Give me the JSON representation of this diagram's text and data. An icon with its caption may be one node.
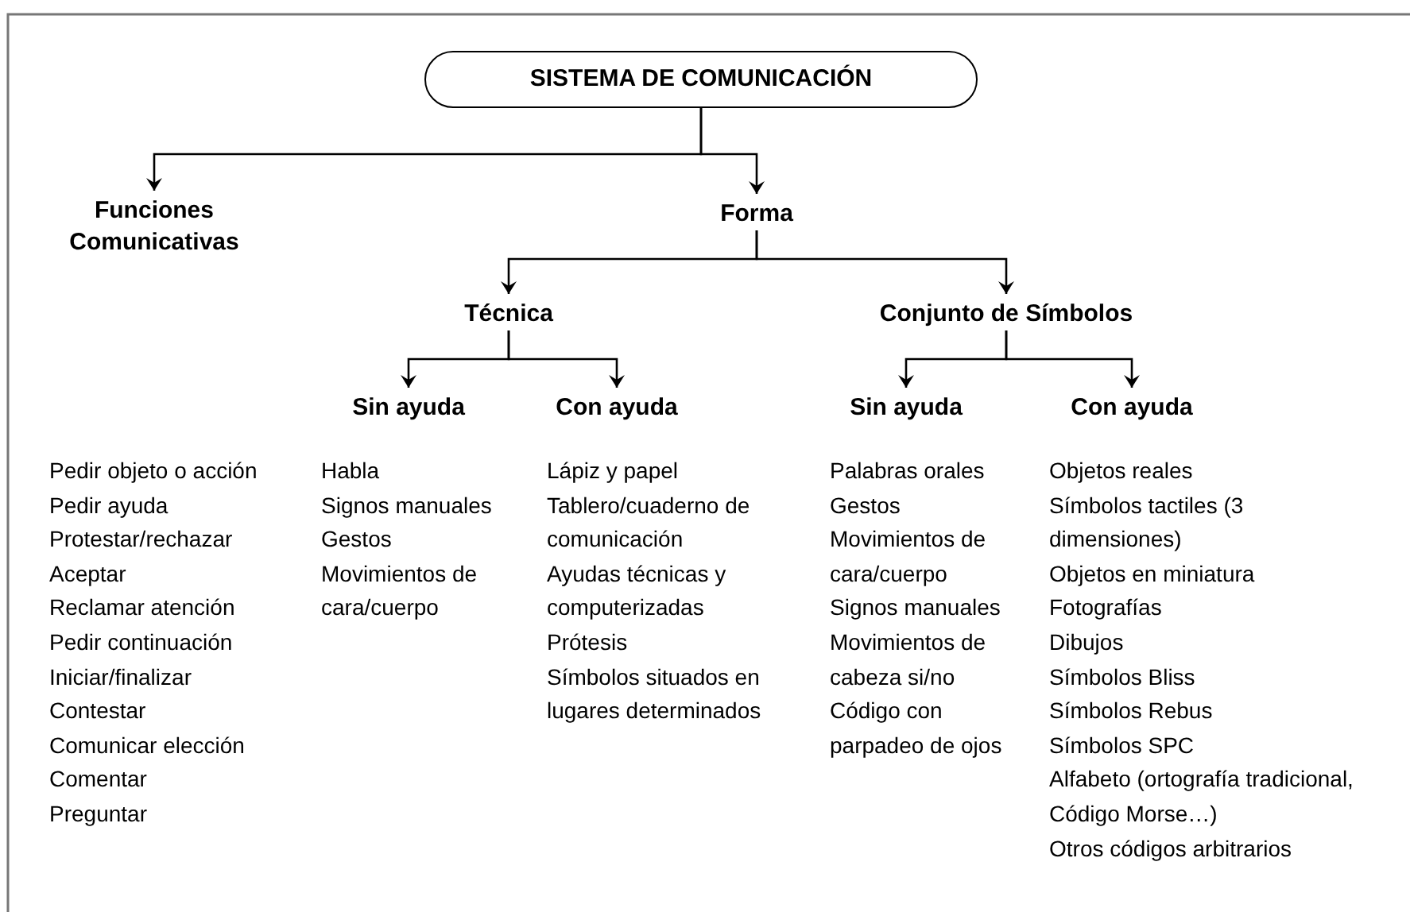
{
  "diagram": {
    "nodes": [
      {
        "text": [
          "SISTEMA DE COMUNICACIÓN"
        ]
      },
      {
        "text": [
          "Funciones Comunicativas"
        ],
        "beside": [
          "Pedir objeto o acción",
          "Pedir ayuda",
          "Protestar/rechazar",
          "Aceptar",
          "Reclamar atención",
          "Pedir continuación",
          "Iniciar/finalizar",
          "Contestar",
          "Comunicar elección",
          "Comentar",
          "Preguntar"
        ]
      },
      {
        "text": [
          "Forma"
        ]
      },
      {
        "text": [
          "Técnica"
        ]
      },
      {
        "text": [
          "Conjunto de Símbolos"
        ]
      },
      {
        "text": [
          "Sin ayuda"
        ],
        "beside": [
          "Habla",
          "Signos manuales",
          "Gestos",
          "Movimientos de cara/cuerpo"
        ]
      },
      {
        "text": [
          "Con ayuda"
        ],
        "beside": [
          "Lápiz y papel",
          "Tablero/cuaderno de comunicación",
          "Ayudas técnicas y computerizadas",
          "Prótesis",
          "Símbolos situados en lugares determinados"
        ]
      },
      {
        "text": [
          "Sin ayuda"
        ],
        "beside": [
          "Palabras orales",
          "Gestos",
          "Movimientos de cara/cuerpo",
          "Signos manuales",
          "Movimientos de cabeza si/no",
          "Código con parpadeo de ojos"
        ]
      },
      {
        "text": [
          "Con ayuda"
        ],
        "beside": [
          "Objetos reales",
          "Símbolos tactiles (3 dimensiones)",
          "Objetos en miniatura",
          "Fotografías",
          "Dibujos",
          "Símbolos Bliss",
          "Símbolos Rebus",
          "Símbolos SPC",
          "Alfabeto (ortografía tradicional, Código Morse…)",
          "Otros códigos arbitrarios"
        ]
      }
    ],
    "edges": [
      {
        "from": 0,
        "to": 1,
        "arrow": "to"
      },
      {
        "from": 0,
        "to": 2,
        "arrow": "to"
      },
      {
        "from": 2,
        "to": 3,
        "arrow": "to"
      },
      {
        "from": 2,
        "to": 4,
        "arrow": "to"
      },
      {
        "from": 3,
        "to": 5,
        "arrow": "to"
      },
      {
        "from": 3,
        "to": 6,
        "arrow": "to"
      },
      {
        "from": 4,
        "to": 7,
        "arrow": "to"
      },
      {
        "from": 4,
        "to": 8,
        "arrow": "to"
      }
    ]
  }
}
